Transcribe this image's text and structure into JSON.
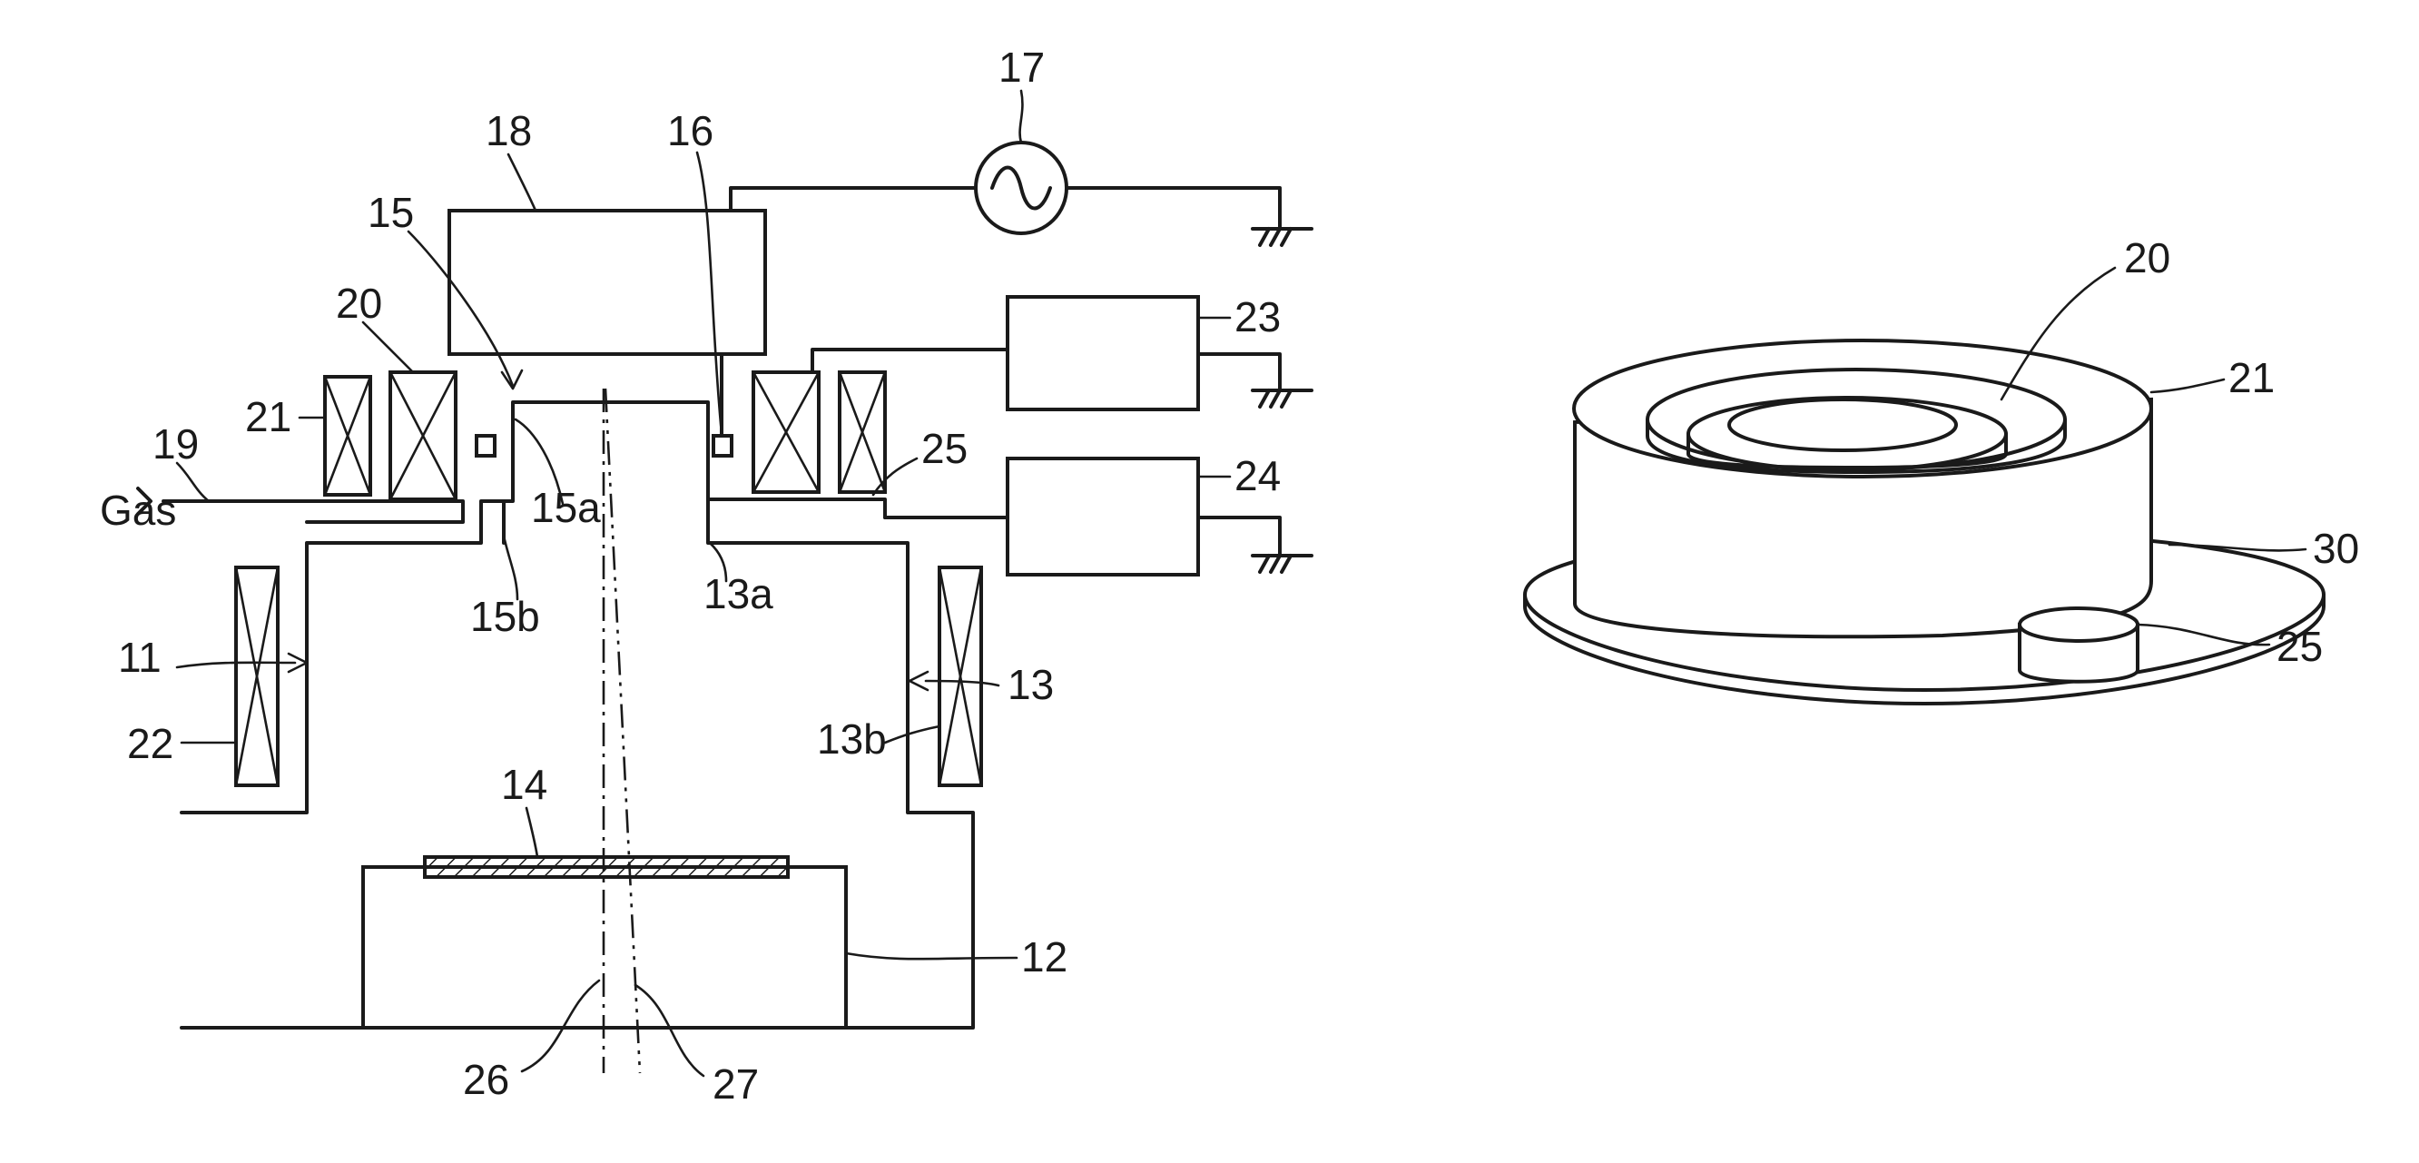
{
  "figure_left": {
    "labels": {
      "gas": "Gas",
      "n11": "11",
      "n12": "12",
      "n13": "13",
      "n13a": "13a",
      "n13b": "13b",
      "n14": "14",
      "n15": "15",
      "n15a": "15a",
      "n15b": "15b",
      "n16": "16",
      "n17": "17",
      "n18": "18",
      "n19": "19",
      "n20": "20",
      "n21": "21",
      "n22": "22",
      "n23": "23",
      "n24": "24",
      "n25": "25",
      "n26": "26",
      "n27": "27"
    }
  },
  "figure_right": {
    "labels": {
      "n20": "20",
      "n21": "21",
      "n30": "30",
      "n25": "25"
    }
  }
}
